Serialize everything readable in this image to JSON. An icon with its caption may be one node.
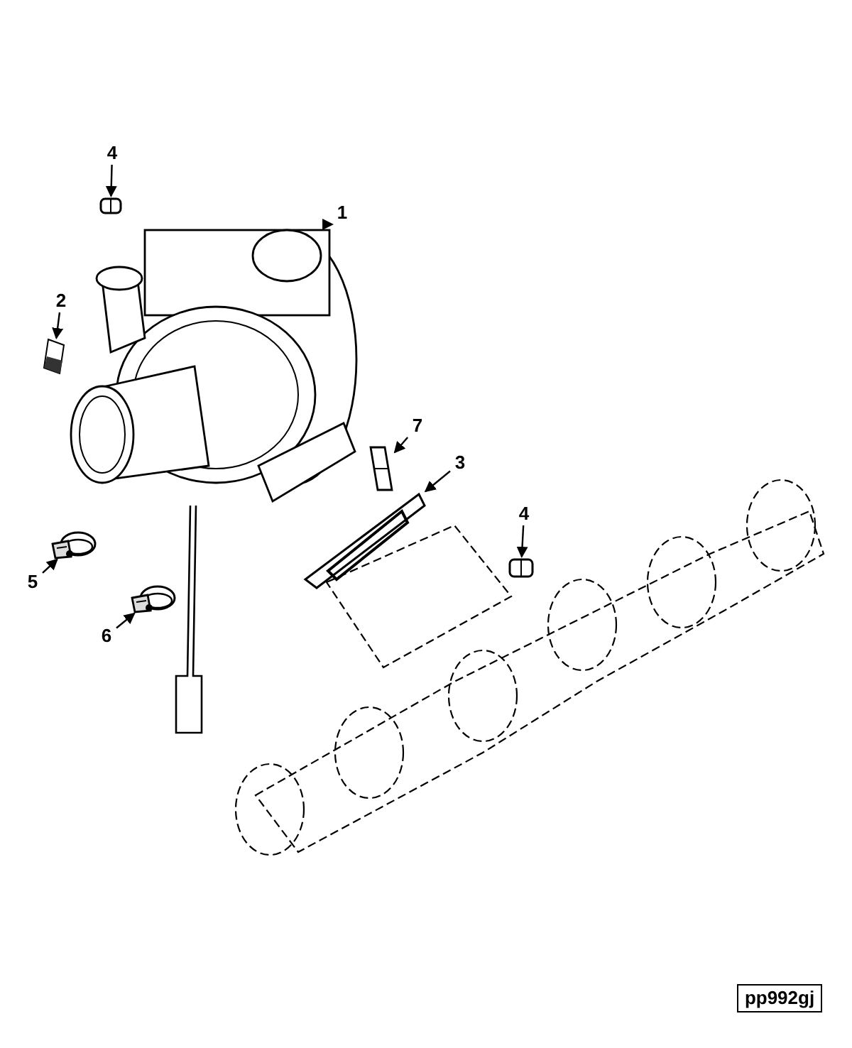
{
  "diagram": {
    "nodes": [
      {
        "text": [
          "4"
        ]
      },
      {
        "text": [],
        "shape": "picture"
      },
      {
        "text": [
          "1"
        ]
      },
      {
        "text": [],
        "shape": "picture"
      },
      {
        "text": [
          "2"
        ]
      },
      {
        "text": [],
        "shape": "picture"
      },
      {
        "text": [
          "7"
        ]
      },
      {
        "text": [],
        "shape": "picture"
      },
      {
        "text": [
          "3"
        ]
      },
      {
        "text": [],
        "shape": "picture"
      },
      {
        "text": [
          "4"
        ]
      },
      {
        "text": [],
        "shape": "picture"
      },
      {
        "text": [
          "5"
        ]
      },
      {
        "text": [],
        "shape": "picture"
      },
      {
        "text": [
          "6"
        ]
      },
      {
        "text": [],
        "shape": "picture"
      },
      {
        "text": [
          "pp992gj"
        ]
      }
    ],
    "edges": [
      {
        "from": 0,
        "to": 1,
        "arrow": "to"
      },
      {
        "from": 2,
        "to": 3,
        "arrow": "to"
      },
      {
        "from": 4,
        "to": 5,
        "arrow": "to"
      },
      {
        "from": 6,
        "to": 7,
        "arrow": "to"
      },
      {
        "from": 8,
        "to": 9,
        "arrow": "to"
      },
      {
        "from": 10,
        "to": 11,
        "arrow": "to"
      },
      {
        "from": 12,
        "to": 13,
        "arrow": "to"
      },
      {
        "from": 14,
        "to": 15,
        "arrow": "to"
      }
    ]
  }
}
